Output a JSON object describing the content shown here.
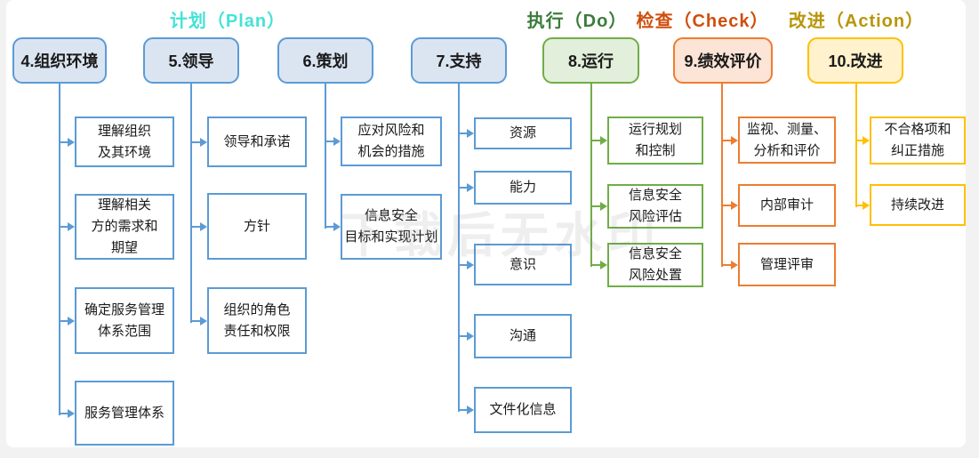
{
  "diagram": {
    "watermark": "下载后无水印",
    "themes": {
      "blue": {
        "border": "#5b9bd5",
        "fill": "#dbe5f2",
        "label_color": "#44e3d6"
      },
      "green": {
        "border": "#70ad47",
        "fill": "#e2efda",
        "label_color": "#3a7d3a"
      },
      "orange": {
        "border": "#ed7d31",
        "fill": "#fce4d6",
        "label_color": "#cf4e0c"
      },
      "gold": {
        "border": "#ffc000",
        "fill": "#fff2cc",
        "label_color": "#b8960b"
      }
    },
    "group_labels": [
      {
        "id": "plan",
        "label": "计划（Plan）",
        "theme": "blue"
      },
      {
        "id": "do",
        "label": "执行（Do）",
        "theme": "green"
      },
      {
        "id": "check",
        "label": "检查（Check）",
        "theme": "orange"
      },
      {
        "id": "action",
        "label": "改进（Action）",
        "theme": "gold"
      }
    ],
    "columns": [
      {
        "header": "4.组织环境",
        "theme": "blue",
        "group": "plan",
        "items": [
          {
            "lines": [
              "理解组织",
              "及其环境"
            ]
          },
          {
            "lines": [
              "理解相关",
              "方的需求和",
              "期望"
            ]
          },
          {
            "lines": [
              "确定服务管理",
              "体系范围"
            ]
          },
          {
            "lines": [
              "服务管理体系"
            ]
          }
        ]
      },
      {
        "header": "5.领导",
        "theme": "blue",
        "group": "plan",
        "items": [
          {
            "lines": [
              "领导和承诺"
            ]
          },
          {
            "lines": [
              "方针"
            ]
          },
          {
            "lines": [
              "组织的角色",
              "责任和权限"
            ]
          }
        ]
      },
      {
        "header": "6.策划",
        "theme": "blue",
        "group": "plan",
        "items": [
          {
            "lines": [
              "应对风险和",
              "机会的措施"
            ]
          },
          {
            "lines": [
              "信息安全",
              "目标和实现计划"
            ]
          }
        ]
      },
      {
        "header": "7.支持",
        "theme": "blue",
        "group": "plan",
        "items": [
          {
            "lines": [
              "资源"
            ]
          },
          {
            "lines": [
              "能力"
            ]
          },
          {
            "lines": [
              "意识"
            ]
          },
          {
            "lines": [
              "沟通"
            ]
          },
          {
            "lines": [
              "文件化信息"
            ]
          }
        ]
      },
      {
        "header": "8.运行",
        "theme": "green",
        "group": "do",
        "items": [
          {
            "lines": [
              "运行规划",
              "和控制"
            ]
          },
          {
            "lines": [
              "信息安全",
              "风险评估"
            ]
          },
          {
            "lines": [
              "信息安全",
              "风险处置"
            ]
          }
        ]
      },
      {
        "header": "9.绩效评价",
        "theme": "orange",
        "group": "check",
        "items": [
          {
            "lines": [
              "监视、测量、",
              "分析和评价"
            ]
          },
          {
            "lines": [
              "内部审计"
            ]
          },
          {
            "lines": [
              "管理评审"
            ]
          }
        ]
      },
      {
        "header": "10.改进",
        "theme": "gold",
        "group": "action",
        "items": [
          {
            "lines": [
              "不合格项和",
              "纠正措施"
            ]
          },
          {
            "lines": [
              "持续改进"
            ]
          }
        ]
      }
    ]
  }
}
